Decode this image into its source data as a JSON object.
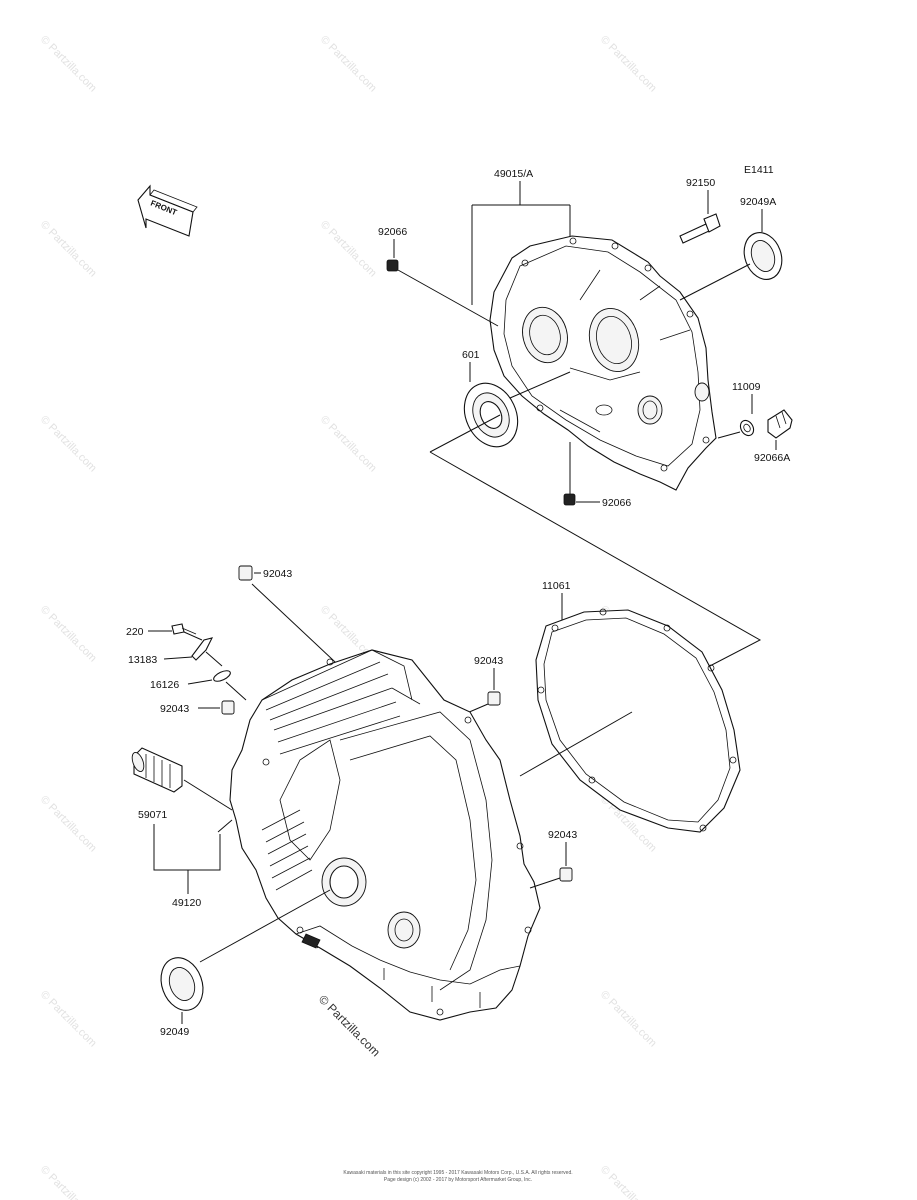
{
  "diagram_code": "E1411",
  "front_label": "FRONT",
  "callouts": {
    "p49015": "49015/A",
    "p92150": "92150",
    "p92049A": "92049A",
    "p92066_top": "92066",
    "p601": "601",
    "p11009": "11009",
    "p92066A": "92066A",
    "p92066_bottom": "92066",
    "p92043_a": "92043",
    "p11061": "11061",
    "p220": "220",
    "p13183": "13183",
    "p16126": "16126",
    "p92043_b": "92043",
    "p92043_c": "92043",
    "p59071": "59071",
    "p49120": "49120",
    "p92043_d": "92043",
    "p92049": "92049"
  },
  "watermark": "© Partzilla.com",
  "copyright_line1": "Kawasaki materials in this site copyright 1995 - 2017 Kawasaki Motors Corp., U.S.A. All rights reserved.",
  "copyright_line2": "Page design (c) 2002 - 2017 by Motorsport Aftermarket Group, Inc."
}
